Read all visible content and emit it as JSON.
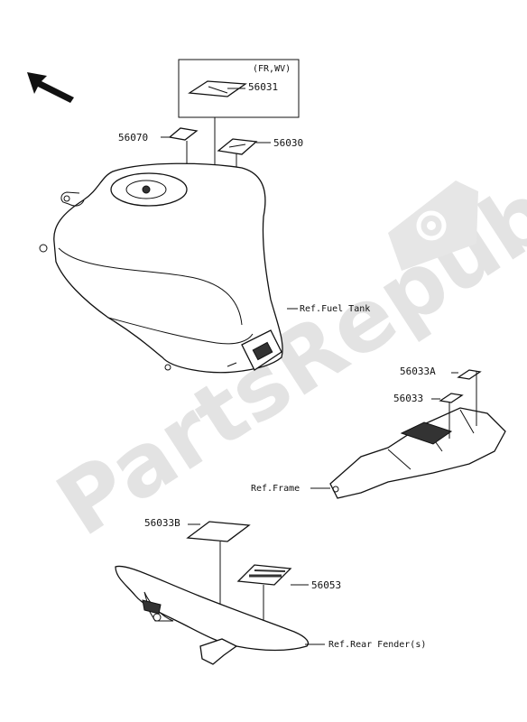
{
  "watermark": {
    "text": "PartsRepublik"
  },
  "callouts": {
    "fr_wv": "(FR,WV)",
    "p56031": "56031",
    "p56070": "56070",
    "p56030": "56030",
    "p56033A": "56033A",
    "p56033": "56033",
    "p56033B": "56033B",
    "p56053": "56053"
  },
  "references": {
    "fuel_tank": "Ref.Fuel Tank",
    "frame": "Ref.Frame",
    "rear_fender": "Ref.Rear Fender(s)"
  }
}
